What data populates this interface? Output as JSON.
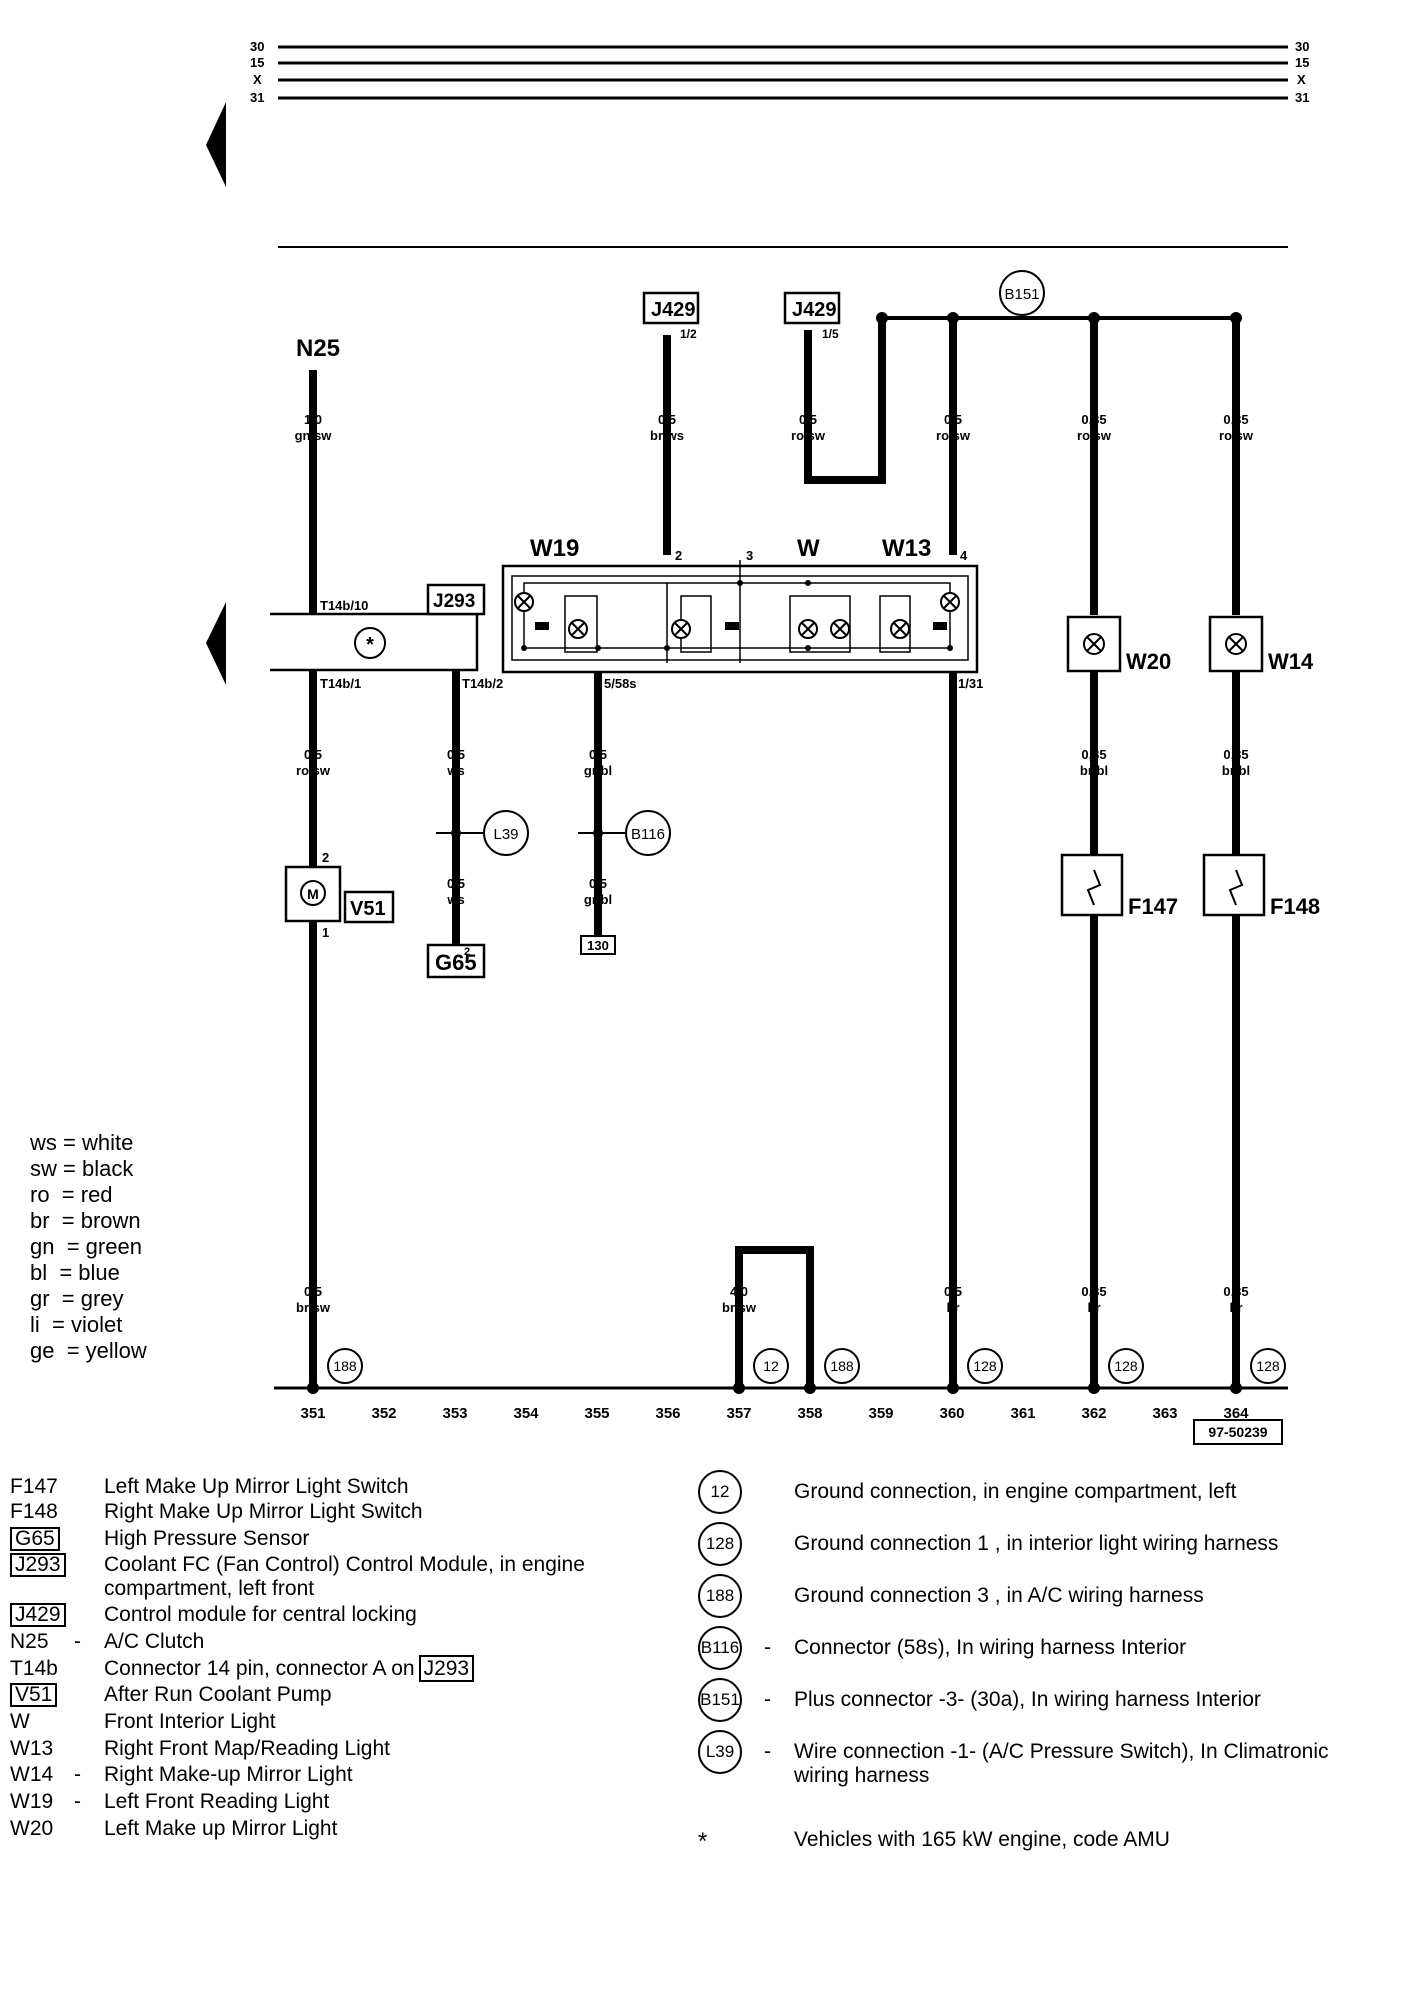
{
  "rails": [
    "30",
    "15",
    "X",
    "31"
  ],
  "components": {
    "N25": "N25",
    "J429a": "J429",
    "J429a_pin": "1/2",
    "J429b": "J429",
    "J429b_pin": "1/5",
    "B151": "B151",
    "W19": "W19",
    "W": "W",
    "W13": "W13",
    "J293": "J293",
    "W20": "W20",
    "W14": "W14",
    "V51": "V51",
    "V51_star": "*",
    "L39": "L39",
    "B116": "B116",
    "G65": "G65",
    "G65_pin": "2",
    "F147": "F147",
    "F148": "F148",
    "ref130": "130",
    "docno": "97-50239"
  },
  "wires": {
    "n25": [
      "1,0",
      "gn/sw"
    ],
    "j429a": [
      "0,5",
      "br/ws"
    ],
    "j429b": [
      "0,5",
      "ro/sw"
    ],
    "w13top": [
      "0,5",
      "ro/sw"
    ],
    "w20top": [
      "0,35",
      "ro/sw"
    ],
    "w14top": [
      "0,35",
      "ro/sw"
    ],
    "v51top": [
      "0,5",
      "ro/sw"
    ],
    "g65a": [
      "0,5",
      "ws"
    ],
    "g65b": [
      "0,5",
      "ws"
    ],
    "b116a": [
      "0,5",
      "gr/bl"
    ],
    "b116b": [
      "0,5",
      "gr/bl"
    ],
    "w20bot": [
      "0,35",
      "br/bl"
    ],
    "w14bot": [
      "0,35",
      "br/bl"
    ],
    "gnd351": [
      "0,5",
      "br/sw"
    ],
    "gnd357": [
      "4,0",
      "br/sw"
    ],
    "gnd360": [
      "0,5",
      "br"
    ],
    "gnd362": [
      "0,35",
      "br"
    ],
    "gnd364": [
      "0,35",
      "br"
    ]
  },
  "pins": {
    "t14b10": "T14b/10",
    "t14b1": "T14b/1",
    "t14b2": "T14b/2",
    "p558s": "5/58s",
    "p131": "1/31",
    "p2": "2",
    "p3": "3",
    "p4": "4",
    "v51_2": "2",
    "v51_1": "1"
  },
  "grounds_on_diagram": {
    "g188a": "188",
    "g12": "12",
    "g188b": "188",
    "g128a": "128",
    "g128b": "128",
    "g128c": "128"
  },
  "tracks": [
    "351",
    "352",
    "353",
    "354",
    "355",
    "356",
    "357",
    "358",
    "359",
    "360",
    "361",
    "362",
    "363",
    "364"
  ],
  "color_legend": [
    "ws = white",
    "sw = black",
    "ro  = red",
    "br  = brown",
    "gn  = green",
    "bl  = blue",
    "gr  = grey",
    "li  = violet",
    "ge  = yellow"
  ],
  "component_legend": [
    {
      "code": "F147",
      "boxed": false,
      "dash": "",
      "desc": "Left Make Up Mirror Light Switch"
    },
    {
      "code": "F148",
      "boxed": false,
      "dash": "",
      "desc": "Right Make Up Mirror Light Switch"
    },
    {
      "code": "G65",
      "boxed": true,
      "dash": "",
      "desc": "High Pressure Sensor"
    },
    {
      "code": "J293",
      "boxed": true,
      "dash": "",
      "desc": "Coolant FC (Fan Control) Control Module, in engine compartment, left front"
    },
    {
      "code": "J429",
      "boxed": true,
      "dash": "",
      "desc": "Control module for central locking"
    },
    {
      "code": "N25",
      "boxed": false,
      "dash": "-",
      "desc": "A/C Clutch"
    },
    {
      "code": "T14b",
      "boxed": false,
      "dash": "",
      "desc": "Connector 14 pin, connector A on"
    },
    {
      "code": "V51",
      "boxed": true,
      "dash": "",
      "desc": "After Run Coolant Pump"
    },
    {
      "code": "W",
      "boxed": false,
      "dash": "",
      "desc": "Front Interior Light"
    },
    {
      "code": "W13",
      "boxed": false,
      "dash": "",
      "desc": "Right Front Map/Reading Light"
    },
    {
      "code": "W14",
      "boxed": false,
      "dash": "-",
      "desc": "Right Make-up Mirror Light"
    },
    {
      "code": "W19",
      "boxed": false,
      "dash": "-",
      "desc": "Left Front Reading Light"
    },
    {
      "code": "W20",
      "boxed": false,
      "dash": "",
      "desc": "Left Make up Mirror Light"
    }
  ],
  "t14b_ref": "J293",
  "ground_legend": [
    {
      "sym": "12",
      "dash": "",
      "desc": "Ground connection, in engine compartment, left"
    },
    {
      "sym": "128",
      "dash": "",
      "desc": "Ground connection  1 , in interior light wiring harness"
    },
    {
      "sym": "188",
      "dash": "",
      "desc": "Ground connection  3 , in A/C wiring harness"
    },
    {
      "sym": "B116",
      "dash": "-",
      "desc": "Connector (58s), In wiring harness Interior"
    },
    {
      "sym": "B151",
      "dash": "-",
      "desc": "Plus connector -3- (30a), In wiring harness Interior"
    },
    {
      "sym": "L39",
      "dash": "-",
      "desc": "Wire connection -1- (A/C Pressure Switch), In Climatronic wiring harness"
    },
    {
      "sym": "*",
      "dash": "",
      "desc": "Vehicles with 165 kW engine, code AMU"
    }
  ]
}
